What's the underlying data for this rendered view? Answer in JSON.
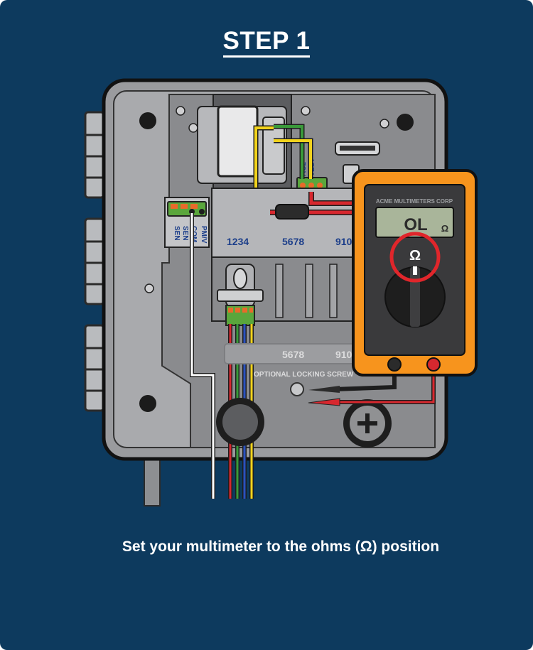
{
  "title": "STEP 1",
  "caption": "Set your multimeter to the ohms (Ω) position",
  "controller": {
    "terminal_labels": [
      "SEN",
      "SEN",
      "COM",
      "PM/V"
    ],
    "test_labels": [
      "AC2",
      "TEST"
    ],
    "station_groups": [
      "1234",
      "5678",
      "910"
    ],
    "lower_groups": [
      "5678",
      "910"
    ],
    "locking_screw_label": "OPTIONAL LOCKING SCREW"
  },
  "multimeter": {
    "brand": "ACME MULTIMETERS CORP",
    "display_value": "OL",
    "display_unit": "Ω",
    "dial_symbol": "Ω"
  },
  "colors": {
    "background": "#0d3a5e",
    "multimeter_body": "#f7941d",
    "highlight": "#e0262b",
    "wire_red": "#d7282f",
    "wire_green": "#3a9a3a",
    "wire_blue": "#2a52c0",
    "wire_yellow": "#f2d31c",
    "wire_white": "#ffffff"
  }
}
